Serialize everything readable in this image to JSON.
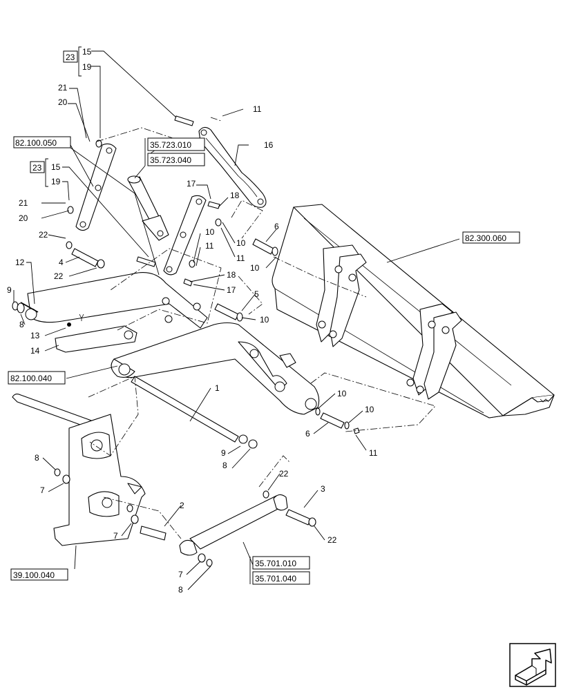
{
  "references": {
    "r23a": "23",
    "r23b": "23",
    "r82100050": "82.100.050",
    "r35723010": "35.723.010",
    "r35723040": "35.723.040",
    "r82300060": "82.300.060",
    "r82100040": "82.100.040",
    "r39100040": "39.100.040",
    "r35701010": "35.701.010",
    "r35701040": "35.701.040"
  },
  "callouts": {
    "c15a": "15",
    "c19a": "19",
    "c21a": "21",
    "c20a": "20",
    "c11a": "11",
    "c16": "16",
    "c15b": "15",
    "c19b": "19",
    "c21b": "21",
    "c20b": "20",
    "c17a": "17",
    "c18a": "18",
    "c10a": "10",
    "c11b": "11",
    "c6a": "6",
    "c10b": "10",
    "c11c": "11",
    "c10c": "10",
    "c22a": "22",
    "c4": "4",
    "c22b": "22",
    "c12": "12",
    "c18b": "18",
    "c17b": "17",
    "c9a": "9",
    "c8a": "8",
    "c5": "5",
    "c10d": "10",
    "c13": "13",
    "c14": "14",
    "c1": "1",
    "c10e": "10",
    "c10f": "10",
    "c6b": "6",
    "c11d": "11",
    "c9b": "9",
    "c8b": "8",
    "c8c": "8",
    "c7a": "7",
    "c22c": "22",
    "c3": "3",
    "c2": "2",
    "c7b": "7",
    "c22d": "22",
    "c7c": "7",
    "c8d": "8"
  },
  "icons": {
    "corner": "next-page-arrow-icon"
  }
}
